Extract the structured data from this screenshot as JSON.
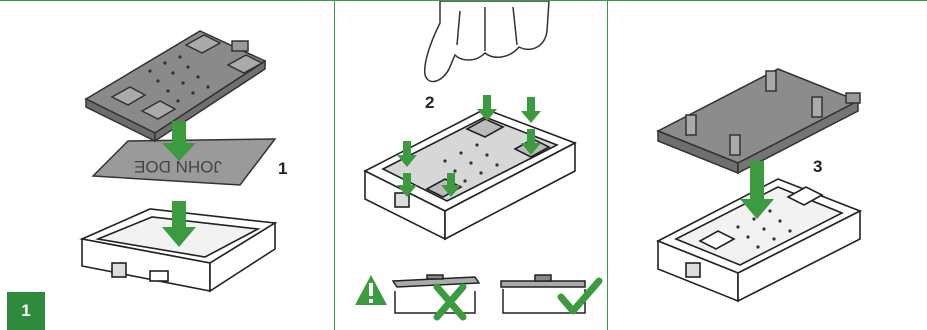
{
  "figure_number": "1",
  "steps": {
    "s1": "1",
    "s2": "2",
    "s3": "3"
  },
  "card_text": "JOHN DOE",
  "colors": {
    "green": "#2e8b3e",
    "arrow_green": "#3d9b3f",
    "gray": "#8c8c8c",
    "dark": "#222222"
  },
  "icons": [
    "warning-icon",
    "cross-icon",
    "check-icon",
    "down-arrow-icon",
    "hand-icon"
  ]
}
